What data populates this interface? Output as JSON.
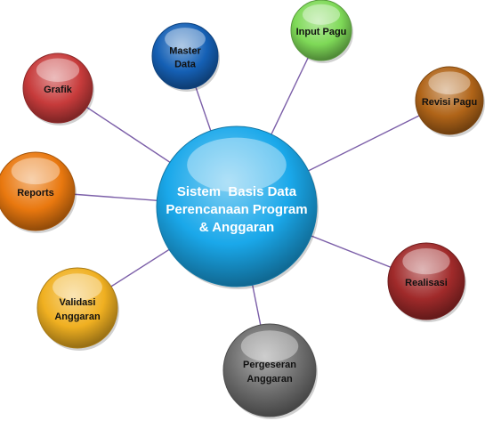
{
  "diagram": {
    "center": {
      "lines": [
        "Sistem  Basis Data",
        "Perencanaan Program",
        "& Anggaran"
      ],
      "color": "#1aa8ea"
    },
    "nodes": [
      {
        "id": "master-data",
        "lines": [
          "Master",
          "Data"
        ],
        "color": "#1560b5",
        "text_color": "#111111"
      },
      {
        "id": "input-pagu",
        "lines": [
          "Input Pagu"
        ],
        "color": "#7ed957",
        "text_color": "#111111"
      },
      {
        "id": "revisi-pagu",
        "lines": [
          "Revisi Pagu"
        ],
        "color": "#b06418",
        "text_color": "#111111"
      },
      {
        "id": "realisasi",
        "lines": [
          "Realisasi"
        ],
        "color": "#a02a2a",
        "text_color": "#111111"
      },
      {
        "id": "pergeseran-anggaran",
        "lines": [
          "Pergeseran",
          "Anggaran"
        ],
        "color": "#6e6e6e",
        "text_color": "#111111"
      },
      {
        "id": "validasi-anggaran",
        "lines": [
          "Validasi",
          "Anggaran"
        ],
        "color": "#f0b021",
        "text_color": "#111111"
      },
      {
        "id": "reports",
        "lines": [
          "Reports"
        ],
        "color": "#e9780f",
        "text_color": "#111111"
      },
      {
        "id": "grafik",
        "lines": [
          "Grafik"
        ],
        "color": "#c73b3b",
        "text_color": "#111111"
      }
    ],
    "connector_color": "#7b5ea8"
  }
}
